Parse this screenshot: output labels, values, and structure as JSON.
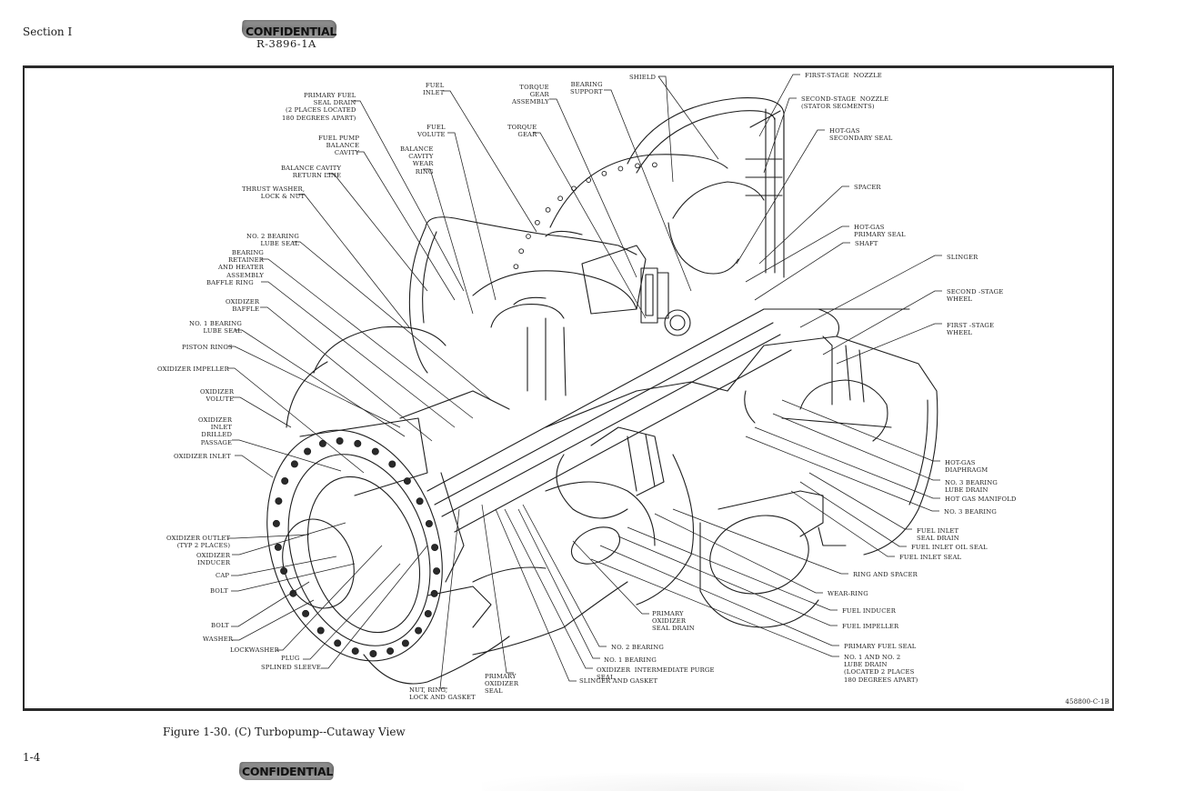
{
  "header": {
    "section": "Section I",
    "classification_stamp": "CONFIDENTIAL",
    "document_number": "R-3896-1A"
  },
  "figure": {
    "caption": "Figure 1-30.  (C)  Turbopump--Cutaway View",
    "drawing_id": "458800-C-1B",
    "subject": "Turbopump cutaway",
    "callouts": [
      {
        "id": "primary-fuel-seal-drain",
        "text": "PRIMARY FUEL\nSEAL DRAIN\n(2 PLACES LOCATED\n180 DEGREES APART)"
      },
      {
        "id": "fuel-pump-balance-cavity",
        "text": "FUEL PUMP\nBALANCE\nCAVITY"
      },
      {
        "id": "balance-cavity-return-line",
        "text": "BALANCE CAVITY\nRETURN LINE"
      },
      {
        "id": "thrust-washer-lock-nut",
        "text": "THRUST WASHER,\nLOCK & NUT"
      },
      {
        "id": "no2-bearing-lube-seal",
        "text": "NO. 2 BEARING\nLUBE SEAL"
      },
      {
        "id": "bearing-retainer-heater",
        "text": "BEARING\nRETAINER\nAND HEATER\nASSEMBLY"
      },
      {
        "id": "baffle-ring",
        "text": "BAFFLE RING"
      },
      {
        "id": "oxidizer-baffle",
        "text": "OXIDIZER\nBAFFLE"
      },
      {
        "id": "no1-bearing-lube-seal",
        "text": "NO. 1 BEARING\nLUBE SEAL"
      },
      {
        "id": "piston-rings",
        "text": "PISTON RINGS"
      },
      {
        "id": "oxidizer-impeller",
        "text": "OXIDIZER IMPELLER"
      },
      {
        "id": "oxidizer-volute",
        "text": "OXIDIZER\nVOLUTE"
      },
      {
        "id": "oxidizer-inlet-drilled-passage",
        "text": "OXIDIZER\nINLET\nDRILLED\nPASSAGE"
      },
      {
        "id": "oxidizer-inlet",
        "text": "OXIDIZER INLET"
      },
      {
        "id": "oxidizer-outlet",
        "text": "OXIDIZER OUTLET\n(TYP 2 PLACES)"
      },
      {
        "id": "oxidizer-inducer",
        "text": "OXIDIZER\nINDUCER"
      },
      {
        "id": "cap",
        "text": "CAP"
      },
      {
        "id": "bolt-1",
        "text": "BOLT"
      },
      {
        "id": "bolt-2",
        "text": "BOLT"
      },
      {
        "id": "washer",
        "text": "WASHER"
      },
      {
        "id": "lockwasher",
        "text": "LOCKWASHER"
      },
      {
        "id": "plug",
        "text": "PLUG"
      },
      {
        "id": "splined-sleeve",
        "text": "SPLINED SLEEVE"
      },
      {
        "id": "nut-ring-lock-gasket",
        "text": "NUT, RING,\nLOCK AND GASKET"
      },
      {
        "id": "primary-oxidizer-seal",
        "text": "PRIMARY\nOXIDIZER\nSEAL"
      },
      {
        "id": "slinger-and-gasket",
        "text": "SLINGER AND GASKET"
      },
      {
        "id": "oxidizer-intermediate-purge-seal",
        "text": "OXIDIZER  INTERMEDIATE PURGE\nSEAL"
      },
      {
        "id": "no1-bearing",
        "text": "NO. 1 BEARING"
      },
      {
        "id": "no2-bearing",
        "text": "NO. 2 BEARING"
      },
      {
        "id": "primary-oxidizer-seal-drain",
        "text": "PRIMARY\nOXIDIZER\nSEAL DRAIN"
      },
      {
        "id": "fuel-inlet",
        "text": "FUEL\nINLET"
      },
      {
        "id": "fuel-volute",
        "text": "FUEL\nVOLUTE"
      },
      {
        "id": "balance-cavity-wear-ring",
        "text": "BALANCE\nCAVITY\nWEAR\nRING"
      },
      {
        "id": "torque-gear-assembly",
        "text": "TORQUE\nGEAR\nASSEMBLY"
      },
      {
        "id": "torque-gear",
        "text": "TORQUE\nGEAR"
      },
      {
        "id": "bearing-support",
        "text": "BEARING\nSUPPORT"
      },
      {
        "id": "shield",
        "text": "SHIELD"
      },
      {
        "id": "first-stage-nozzle",
        "text": "FIRST-STAGE  NOZZLE"
      },
      {
        "id": "second-stage-nozzle",
        "text": "SECOND-STAGE  NOZZLE\n(STATOR SEGMENTS)"
      },
      {
        "id": "hot-gas-secondary-seal",
        "text": "HOT-GAS\nSECONDARY SEAL"
      },
      {
        "id": "spacer",
        "text": "SPACER"
      },
      {
        "id": "hot-gas-primary-seal",
        "text": "HOT-GAS\nPRIMARY SEAL"
      },
      {
        "id": "shaft",
        "text": "SHAFT"
      },
      {
        "id": "slinger",
        "text": "SLINGER"
      },
      {
        "id": "second-stage-wheel",
        "text": "SECOND -STAGE\nWHEEL"
      },
      {
        "id": "first-stage-wheel",
        "text": "FIRST -STAGE\nWHEEL"
      },
      {
        "id": "hot-gas-diaphragm",
        "text": "HOT-GAS\nDIAPHRAGM"
      },
      {
        "id": "no3-bearing-lube-drain",
        "text": "NO. 3 BEARING\nLUBE DRAIN"
      },
      {
        "id": "hot-gas-manifold",
        "text": "HOT GAS MANIFOLD"
      },
      {
        "id": "no3-bearing",
        "text": "NO. 3 BEARING"
      },
      {
        "id": "fuel-inlet-seal-drain",
        "text": "FUEL INLET\nSEAL DRAIN"
      },
      {
        "id": "fuel-inlet-oil-seal",
        "text": "FUEL INLET OIL SEAL"
      },
      {
        "id": "fuel-inlet-seal",
        "text": "FUEL INLET SEAL"
      },
      {
        "id": "ring-and-spacer",
        "text": "RING AND SPACER"
      },
      {
        "id": "wear-ring",
        "text": "WEAR-RING"
      },
      {
        "id": "fuel-inducer",
        "text": "FUEL INDUCER"
      },
      {
        "id": "fuel-impeller",
        "text": "FUEL IMPELLER"
      },
      {
        "id": "primary-fuel-seal",
        "text": "PRIMARY FUEL SEAL"
      },
      {
        "id": "no1-no2-lube-drain",
        "text": "NO. 1 AND NO. 2\nLUBE DRAIN\n(LOCATED 2 PLACES\n180 DEGREES APART)"
      }
    ]
  },
  "footer": {
    "page_number": "1-4",
    "classification_stamp": "CONFIDENTIAL"
  }
}
